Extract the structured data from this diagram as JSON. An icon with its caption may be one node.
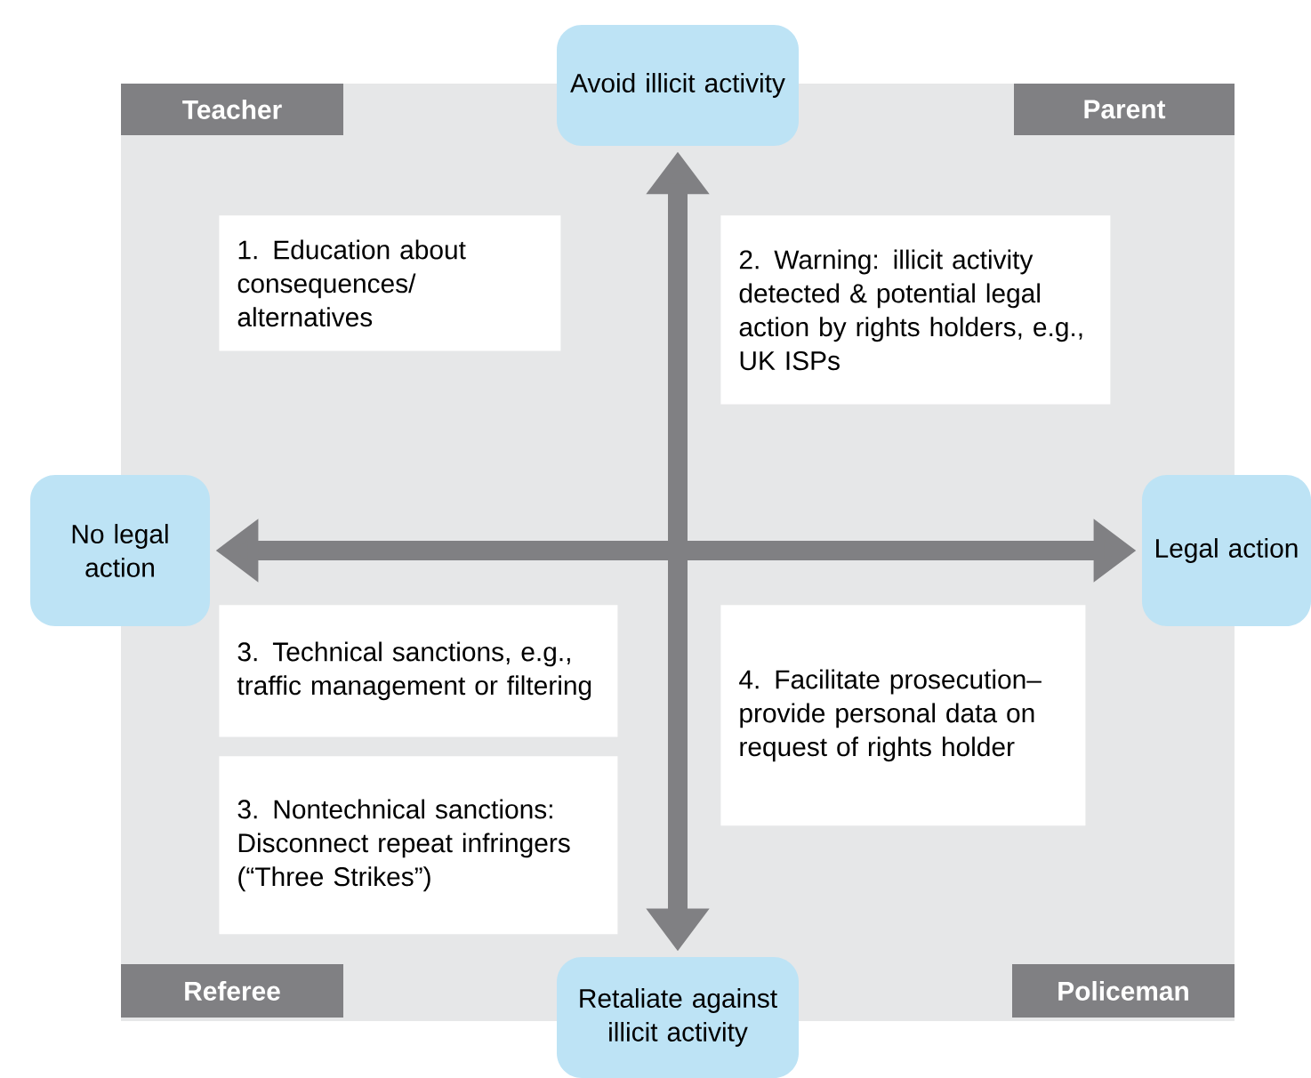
{
  "diagram": {
    "nodes": [
      {
        "text": [
          "Avoid illicit activity"
        ]
      },
      {
        "text": [
          "Teacher"
        ]
      },
      {
        "text": [
          "Parent"
        ]
      },
      {
        "text": [
          "1. Education about consequences/ alternatives"
        ]
      },
      {
        "text": [
          "2. Warning: illicit activity detected & potential legal action by rights holders, e.g., UK ISPs"
        ]
      },
      {
        "text": [
          "No legal action"
        ]
      },
      {
        "text": [
          "Legal action"
        ]
      },
      {
        "text": [
          "3. Technical sanctions, e.g., traffic management or filtering"
        ]
      },
      {
        "text": [
          "4. Facilitate prosecution–provide personal data on request of rights holder"
        ]
      },
      {
        "text": [
          "3. Nontechnical sanctions: Disconnect repeat infringers (“Three Strikes”)"
        ]
      },
      {
        "text": [
          "Referee"
        ]
      },
      {
        "text": [
          "Retaliate against illicit activity"
        ]
      },
      {
        "text": [
          "Policeman"
        ]
      }
    ],
    "edges": [
      {
        "from": 0,
        "to": 11,
        "arrow": "both"
      },
      {
        "from": 5,
        "to": 6,
        "arrow": "both"
      }
    ]
  }
}
